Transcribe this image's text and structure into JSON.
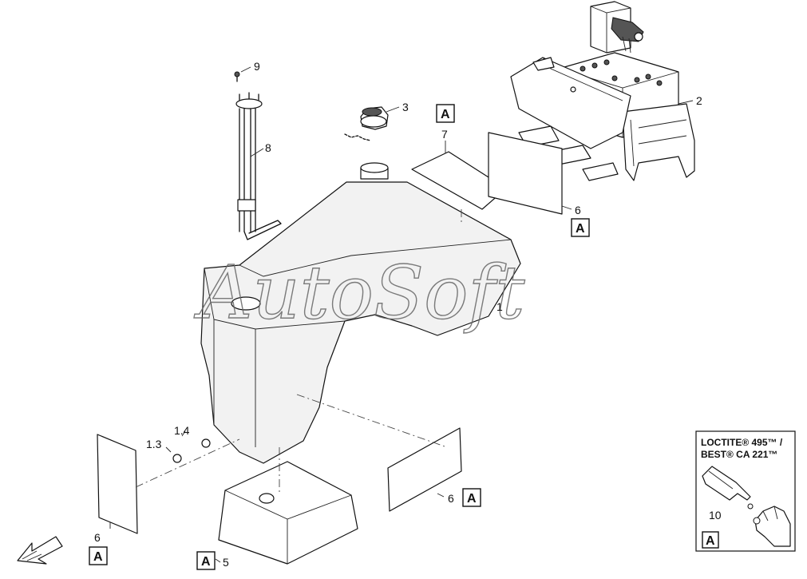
{
  "diagram": {
    "watermark": "AutoSoft",
    "callouts": [
      {
        "id": "c9",
        "text": "9"
      },
      {
        "id": "c3",
        "text": "3"
      },
      {
        "id": "c8",
        "text": "8"
      },
      {
        "id": "c7",
        "text": "7"
      },
      {
        "id": "c2",
        "text": "2"
      },
      {
        "id": "c6a",
        "text": "6"
      },
      {
        "id": "c1",
        "text": "1"
      },
      {
        "id": "c14",
        "text": "1.4"
      },
      {
        "id": "c13",
        "text": "1.3"
      },
      {
        "id": "c6b",
        "text": "6"
      },
      {
        "id": "c6c",
        "text": "6"
      },
      {
        "id": "c5",
        "text": "5"
      },
      {
        "id": "c10",
        "text": "10"
      }
    ],
    "ref_letter": "A",
    "note": {
      "line1": "LOCTITE® 495™ /",
      "line2": "BEST® CA 221™",
      "number": "10",
      "letter": "A"
    }
  }
}
